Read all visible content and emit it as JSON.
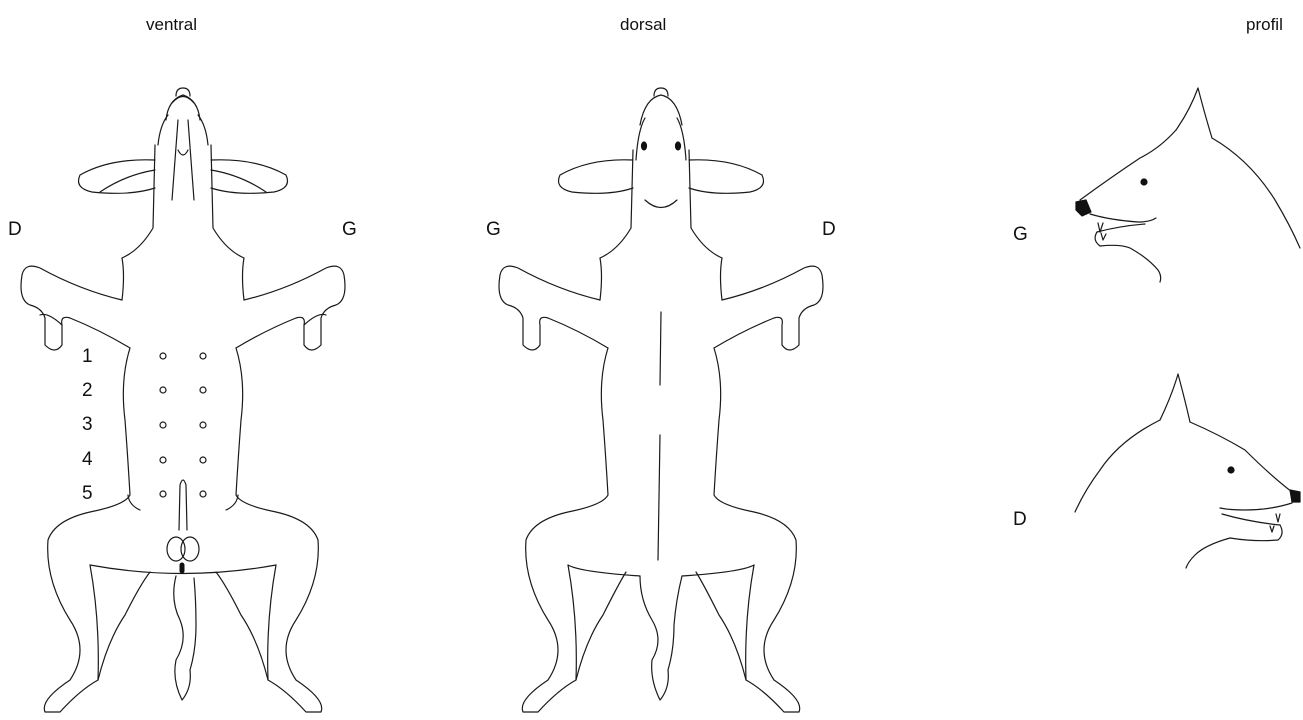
{
  "views": {
    "ventral": {
      "title": "ventral",
      "left_side": "D",
      "right_side": "G"
    },
    "dorsal": {
      "title": "dorsal",
      "left_side": "G",
      "right_side": "D"
    },
    "profil": {
      "title": "profil",
      "top_side": "G",
      "bottom_side": "D"
    }
  },
  "nipple_pairs": [
    "1",
    "2",
    "3",
    "4",
    "5"
  ]
}
